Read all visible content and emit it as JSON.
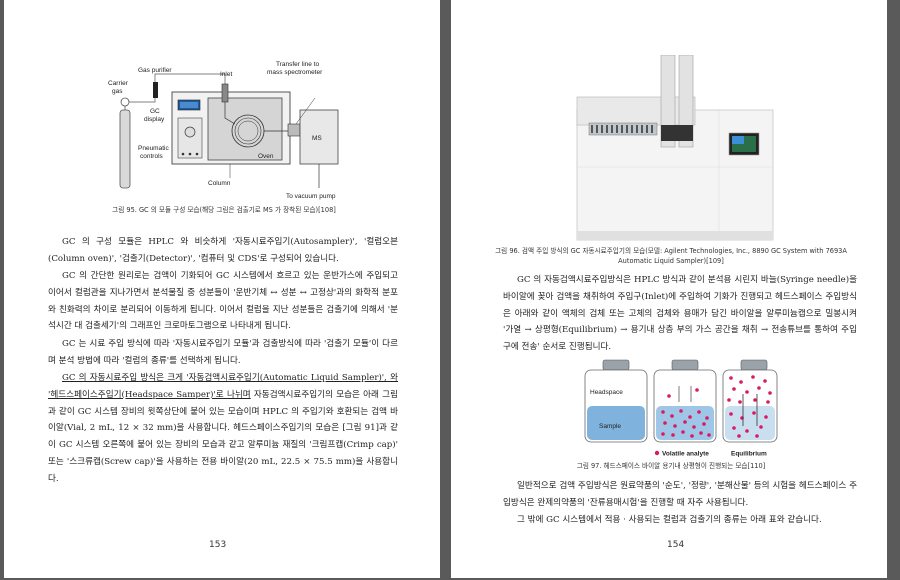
{
  "left_page": {
    "figure": {
      "labels": {
        "gas_purifier": "Gas purifier",
        "carrier_gas_1": "Carrier",
        "carrier_gas_2": "gas",
        "inlet": "Inlet",
        "transfer_1": "Transfer line to",
        "transfer_2": "mass spectrometer",
        "gc_display_1": "GC",
        "gc_display_2": "display",
        "pneumatic_1": "Pneumatic",
        "pneumatic_2": "controls",
        "ms": "MS",
        "oven": "Oven",
        "column": "Column",
        "vacuum": "To vacuum pump"
      },
      "caption": "그림 95. GC 의 모듈 구성 모습(해당 그림은 검출기로 MS 가 장착된 모습)[108]"
    },
    "paragraphs": [
      "GC 의 구성 모듈은 HPLC 와 비슷하게 '자동시료주입기(Autosampler)', '컬럼오븐(Column oven)', '검출기(Detector)', '컴퓨터 및 CDS'로 구성되어 있습니다.",
      "GC 의 간단한 원리로는 검액이 기화되어 GC 시스템에서 흐르고 있는 운반가스에 주입되고 이어서 컬럼관을 지나가면서 분석물질 중 성분들이 '운반기체 ↔ 성분 ↔ 고정상'과의 화학적 분포와 친화력의 차이로 분리되어 이동하게 됩니다. 이어서 컬럼을 지난 성분들은 검출기에 의해서 '분석시간 대 검출세기'의 그래프인 크로마토그램으로 나타내게 됩니다.",
      "GC 는 시료 주입 방식에 따라 '자동시료주입기 모듈'과 검출방식에 따라 '검출기 모듈'이 다르며 분석 방법에 따라 '컬럼의 종류'를 선택하게 됩니다."
    ],
    "p4_underlined": "GC 의 자동시료주입 방식은 크게 '자동검액시료주입기(Automatic Liquid Sampler)', 와 '헤드스페이스주입기(Headspace Samper)'로 나뉘며",
    "p4_rest": " 자동검액시료주입기의 모습은 아래 그림과 같이 GC 시스템 장비의 윗쪽상단에 붙어 있는 모습이며 HPLC 의 주입기와 호환되는 검액 바이알(Vial, 2 mL, 12 × 32 mm)을 사용합니다. 헤드스페이스주입기의 모습은 [그림 91]과 같이 GC 시스템 오른쪽에 붙어 있는 장비의 모습과 같고 알루미늄 재질의 '크림프캡(Crimp cap)' 또는 '스크류캡(Screw cap)'을 사용하는 전용 바이알(20 mL, 22.5 × 75.5 mm)을 사용합니다.",
    "page_number": "153"
  },
  "right_page": {
    "figure1_caption": "그림 96. 검액 주입 방식의 GC 자동시료주입기의 모습(모델: Agilent Technologies, Inc., 8890 GC System with 7693A Automatic Liquid Sampler)[109]",
    "paragraph1": "GC 의 자동검액시료주입방식은 HPLC 방식과 같이 분석용 시린지 바늘(Syringe needle)을 바이알에 꽂아 검액을 채취하여 주입구(Inlet)에 주입하여 기화가 진행되고 헤드스페이스 주입방식은 아래와 같이 액체의 검체 또는 고체의 검체와 용매가 담긴 바이알을 알루미늄캡으로 밀봉시켜 '가열 → 상평형(Equilibrium) → 용기내 상층 부의 가스 공간을 채취 → 전송튜브를 통하여 주입구에 전송' 순서로 진행됩니다.",
    "figure2": {
      "headspace": "Headspace",
      "sample": "Sample",
      "legend": "Volatile analyte",
      "equilibrium": "Equilibrium"
    },
    "figure2_caption": "그림 97. 헤드스페이스 바이알 용기내 상평형이 진행되는 모습[110]",
    "paragraph2": "일반적으로 검액 주입방식은 원료약품의 '순도', '정량', '분해산물' 등의 시험을 헤드스페이스 주입방식은 완제의약품의 '잔류용매시험'을 진행할 때 자주 사용됩니다.",
    "paragraph3": "그 밖에 GC 시스템에서 적용 · 사용되는 컬럼과 검출기의 종류는 아래 표와 같습니다.",
    "page_number": "154"
  },
  "colors": {
    "background": "#5a5a5a",
    "page": "#ffffff",
    "dot": "#d81b60",
    "liquid": "#7fb3dd"
  }
}
